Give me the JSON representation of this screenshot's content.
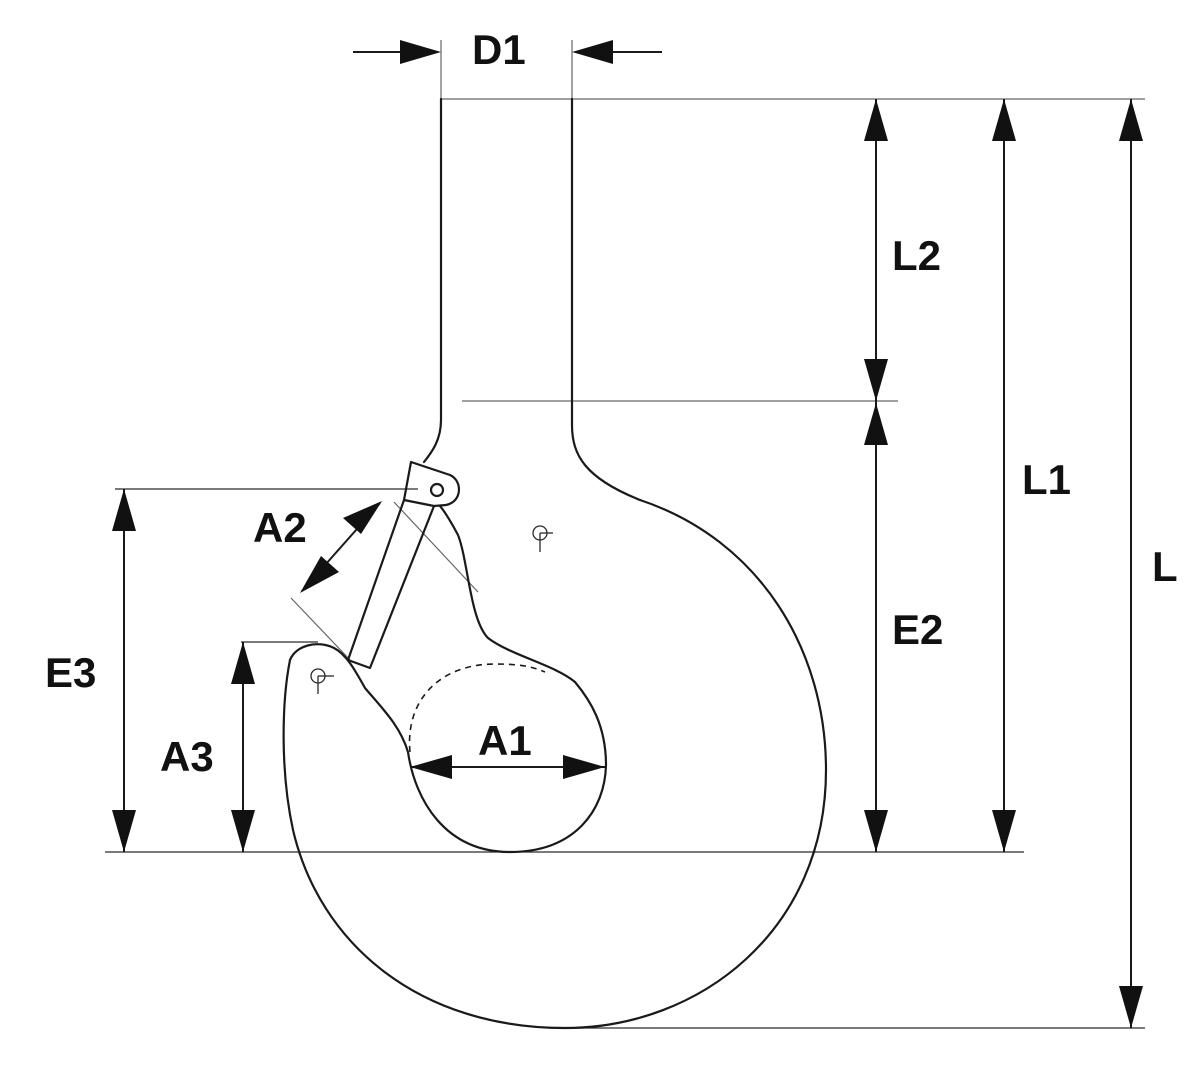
{
  "labels": {
    "D1": "D1",
    "L2": "L2",
    "L1": "L1",
    "L": "L",
    "E2": "E2",
    "A2": "A2",
    "E3": "E3",
    "A3": "A3",
    "A1": "A1"
  },
  "colors": {
    "line": "#1a1a1a",
    "reference_line": "#666666",
    "background": "#ffffff"
  }
}
